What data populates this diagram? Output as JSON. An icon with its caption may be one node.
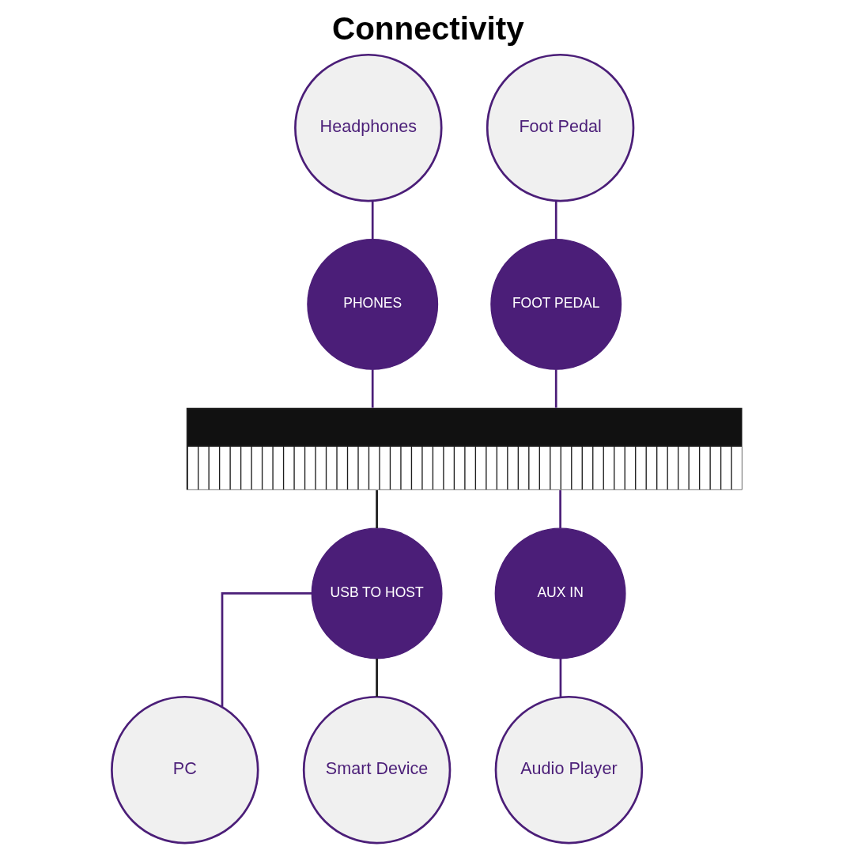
{
  "diagram": {
    "title": "Connectivity",
    "nodes": [
      {
        "text": [
          "Headphones"
        ]
      },
      {
        "text": [
          "Foot Pedal"
        ]
      },
      {
        "text": [
          "PHONES"
        ]
      },
      {
        "text": [
          "FOOT PEDAL"
        ]
      },
      {
        "text": [],
        "shape": "picture"
      },
      {
        "text": [
          "USB TO HOST"
        ]
      },
      {
        "text": [
          "AUX IN"
        ]
      },
      {
        "text": [
          "PC"
        ]
      },
      {
        "text": [
          "Smart Device"
        ]
      },
      {
        "text": [
          "Audio Player"
        ]
      }
    ],
    "edges": [
      {
        "from": 0,
        "to": 2,
        "arrow": "none"
      },
      {
        "from": 1,
        "to": 3,
        "arrow": "none"
      },
      {
        "from": 2,
        "to": 4,
        "arrow": "none"
      },
      {
        "from": 3,
        "to": 4,
        "arrow": "none"
      },
      {
        "from": 4,
        "to": 5,
        "arrow": "none",
        "color": "#1a1a1a"
      },
      {
        "from": 4,
        "to": 6,
        "arrow": "none"
      },
      {
        "from": 5,
        "to": 7,
        "arrow": "none"
      },
      {
        "from": 5,
        "to": 8,
        "arrow": "none",
        "color": "#1a1a1a"
      },
      {
        "from": 6,
        "to": 9,
        "arrow": "none"
      }
    ]
  }
}
